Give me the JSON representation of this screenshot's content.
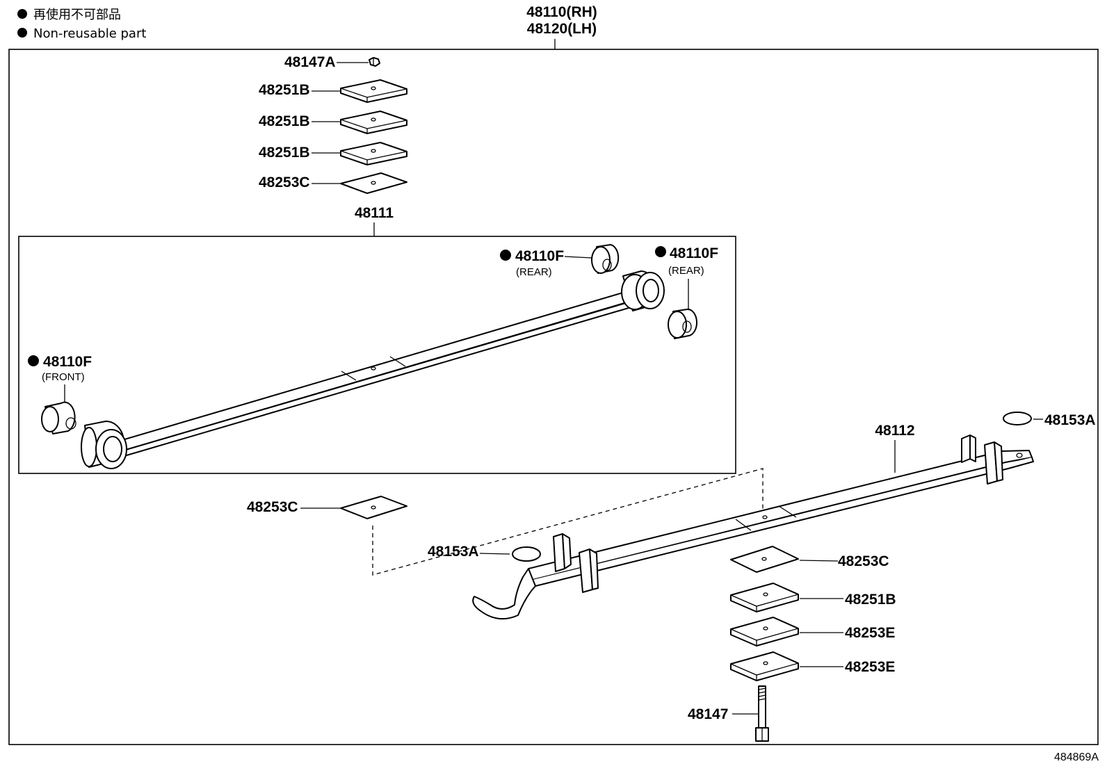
{
  "legend": {
    "jp_text": "再使用不可部品",
    "en_text": "Non-reusable part"
  },
  "assembly": {
    "rh": "48110(RH)",
    "lh": "48120(LH)"
  },
  "labels": {
    "nut_48147A": "48147A",
    "pad_48251B_1": "48251B",
    "pad_48251B_2": "48251B",
    "pad_48251B_3": "48251B",
    "pad_48253C_top": "48253C",
    "leaf_48111": "48111",
    "bushing_rear_1": "48110F",
    "bushing_rear_1_note": "(REAR)",
    "bushing_rear_2": "48110F",
    "bushing_rear_2_note": "(REAR)",
    "bushing_front": "48110F",
    "bushing_front_note": "(FRONT)",
    "leaf_48112": "48112",
    "cap_48153A_right": "48153A",
    "pad_48253C_left": "48253C",
    "cap_48153A_left": "48153A",
    "pad_48253C_lower": "48253C",
    "pad_48251B_lower": "48251B",
    "pad_48253E_1": "48253E",
    "pad_48253E_2": "48253E",
    "bolt_48147": "48147"
  },
  "figure_code": "484869A"
}
